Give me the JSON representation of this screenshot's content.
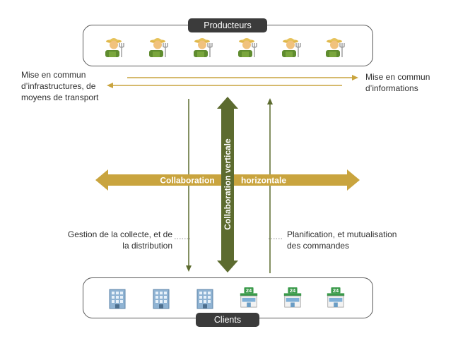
{
  "producers": {
    "label": "Producteurs",
    "icons": [
      "farmer-icon",
      "farmer-icon",
      "farmer-icon",
      "farmer-icon",
      "farmer-icon",
      "farmer-icon"
    ]
  },
  "clients": {
    "label": "Clients",
    "icons": [
      "office-building-icon",
      "office-building-icon",
      "office-building-icon",
      "convenience-store-icon",
      "convenience-store-icon",
      "convenience-store-icon"
    ],
    "store_badge": "24"
  },
  "notes": {
    "left_top": [
      "Mise en commun",
      "d’infrastructures, de",
      "moyens de transport"
    ],
    "right_top": [
      "Mise en commun",
      "d’informations"
    ],
    "left_bottom": [
      "Gestion de la collecte, et de",
      "la distribution"
    ],
    "right_bottom": [
      "Planification, et mutualisation",
      "des commandes"
    ]
  },
  "arrows": {
    "horizontal_left": "Collaboration",
    "horizontal_right": "horizontale",
    "vertical": "Collaboration verticale"
  },
  "colors": {
    "gold": "#c9a43e",
    "olive": "#5c6b2f",
    "label_bg": "#3b3b3b"
  }
}
